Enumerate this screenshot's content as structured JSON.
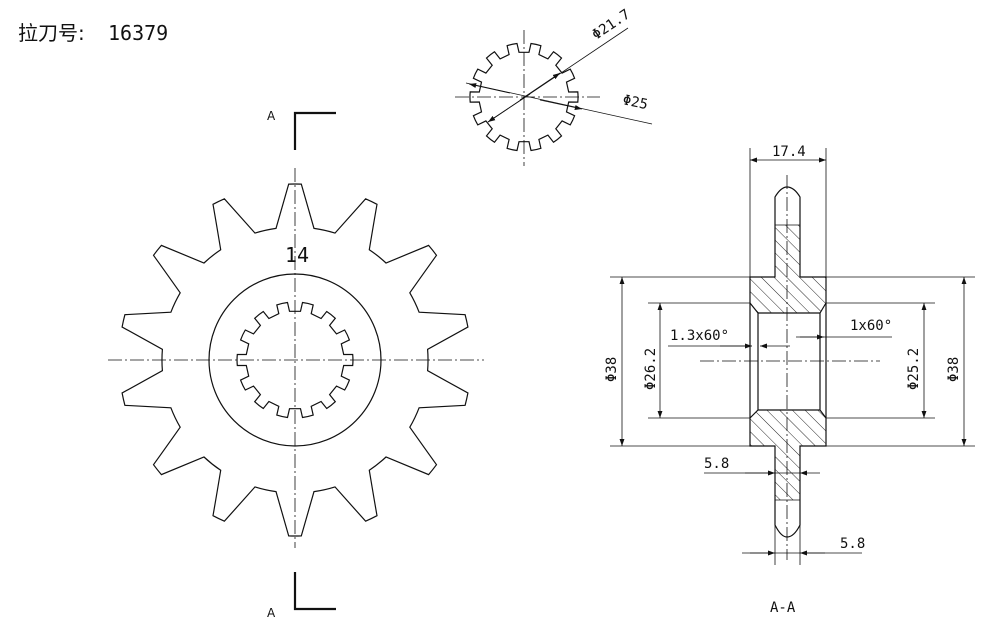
{
  "header": {
    "label": "拉刀号:",
    "number": "16379"
  },
  "front_view": {
    "teeth_label": "14",
    "section_letter_top": "A",
    "section_letter_bottom": "A"
  },
  "spline_detail": {
    "inner_dia": "Φ21.7",
    "outer_dia": "Φ25"
  },
  "section_view": {
    "title": "A-A",
    "width_top": "17.4",
    "left_outer_dia": "Φ38",
    "left_bore_dia": "Φ26.2",
    "left_chamfer": "1.3x60°",
    "right_chamfer": "1x60°",
    "right_bore_dia": "Φ25.2",
    "right_outer_dia": "Φ38",
    "tooth_width_upper": "5.8",
    "tooth_width_lower": "5.8"
  }
}
